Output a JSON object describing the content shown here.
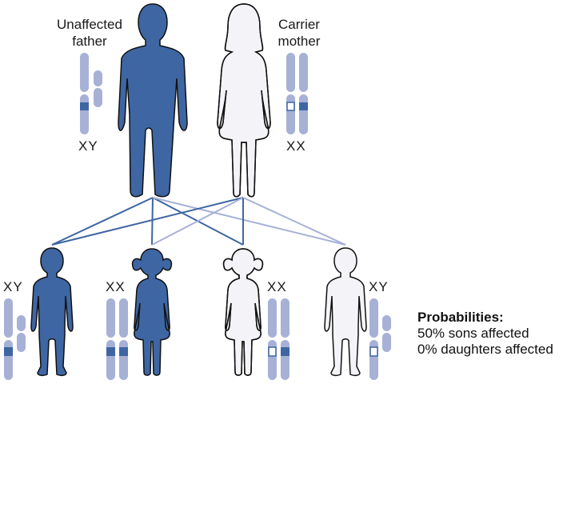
{
  "labels": {
    "father": [
      "Unaffected",
      "father"
    ],
    "mother": [
      "Carrier",
      "mother"
    ]
  },
  "genotypes": {
    "father": "XY",
    "mother": "XX",
    "child1": "XY",
    "child2": "XX",
    "child3": "XX",
    "child4": "XY"
  },
  "probabilities": {
    "title": "Probabilities:",
    "lines": [
      "50% sons affected",
      "0% daughters affected"
    ]
  },
  "colors": {
    "affected": "#3e66a3",
    "unaffected_fill": "#f4f4f8",
    "chromosome": "#a7b1d6",
    "lines_dark": "#3e66a3",
    "lines_light": "#a7b1d6"
  },
  "figures": [
    {
      "id": "father",
      "type": "adult-male",
      "fill": "affected"
    },
    {
      "id": "mother",
      "type": "adult-female",
      "fill": "carrier"
    },
    {
      "id": "child1",
      "type": "boy",
      "fill": "affected"
    },
    {
      "id": "child2",
      "type": "girl",
      "fill": "affected"
    },
    {
      "id": "child3",
      "type": "girl",
      "fill": "carrier"
    },
    {
      "id": "child4",
      "type": "boy",
      "fill": "unaffected"
    }
  ]
}
